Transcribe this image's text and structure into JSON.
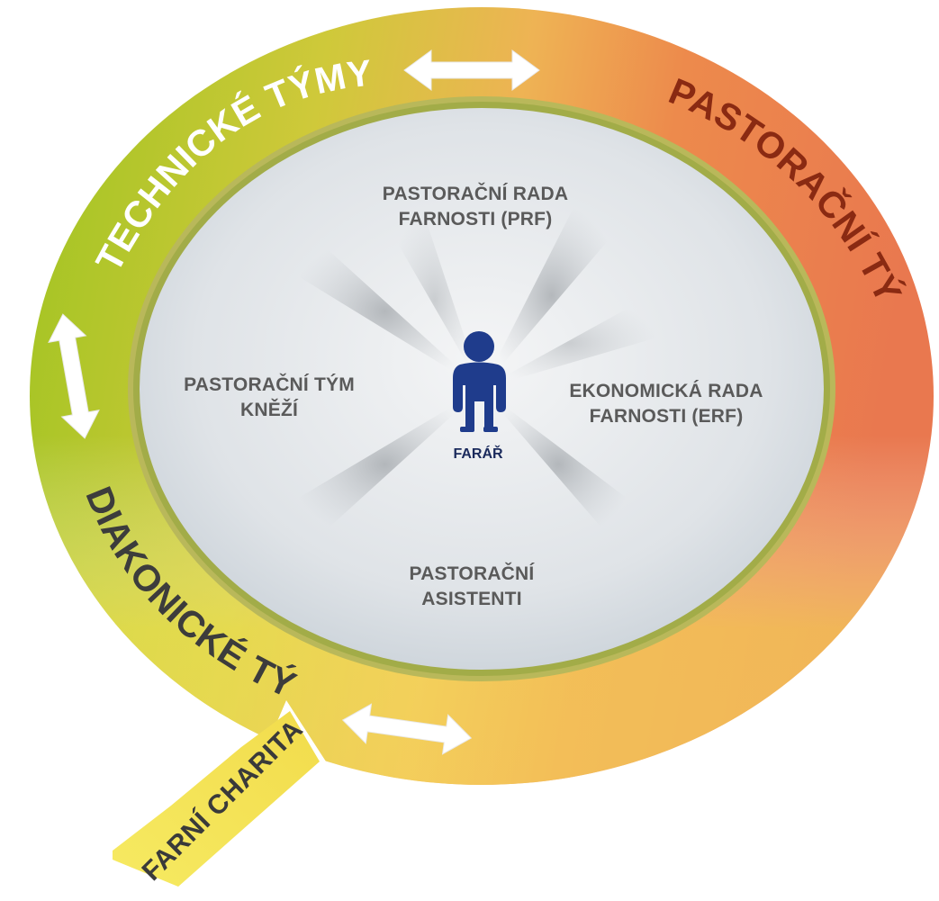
{
  "ring": {
    "left_label": "TECHNICKÉ TÝMY",
    "right_label": "PASTORAČNÍ TÝMY",
    "bottom_label": "DIAKONICKÉ TÝMY",
    "tab_label": "FARNÍ CHARITA"
  },
  "center": {
    "role_label": "FARÁŘ"
  },
  "sectors": {
    "top": [
      "PASTORAČNÍ RADA",
      "FARNOSTI (PRF)"
    ],
    "right": [
      "EKONOMICKÁ RADA",
      "FARNOSTI (ERF)"
    ],
    "bottom": [
      "PASTORAČNÍ",
      "ASISTENTI"
    ],
    "left": [
      "PASTORAČNÍ TÝM",
      "KNĚŽÍ"
    ]
  },
  "colors": {
    "green": "#a6c626",
    "yellow": "#f4e05c",
    "orange": "#ea7a4e",
    "inner": "#e4e8ec",
    "figure": "#1f3c8c"
  },
  "icons": {
    "person": "person-icon",
    "arrows": "double-arrow-icon"
  }
}
